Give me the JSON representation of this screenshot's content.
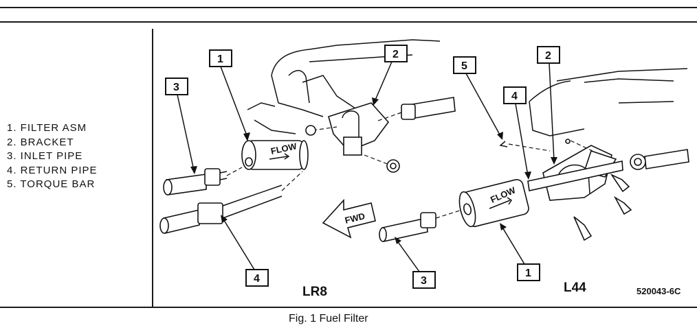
{
  "legend": [
    "1. FILTER ASM",
    "2. BRACKET",
    "3. INLET PIPE",
    "4. RETURN PIPE",
    "5. TORQUE BAR"
  ],
  "callouts": {
    "lr8_filter": "1",
    "lr8_bracket": "2",
    "lr8_inlet": "3",
    "lr8_return": "4",
    "l44_torque": "5",
    "l44_return": "4",
    "l44_bracket": "2",
    "l44_inlet": "3",
    "l44_filter": "1"
  },
  "flow_label_left": "FLOW",
  "flow_label_right": "FLOW",
  "fwd_label": "FWD",
  "engine_left": "LR8",
  "engine_right": "L44",
  "reference_number": "520043-6C",
  "caption": "Fig. 1 Fuel Filter"
}
